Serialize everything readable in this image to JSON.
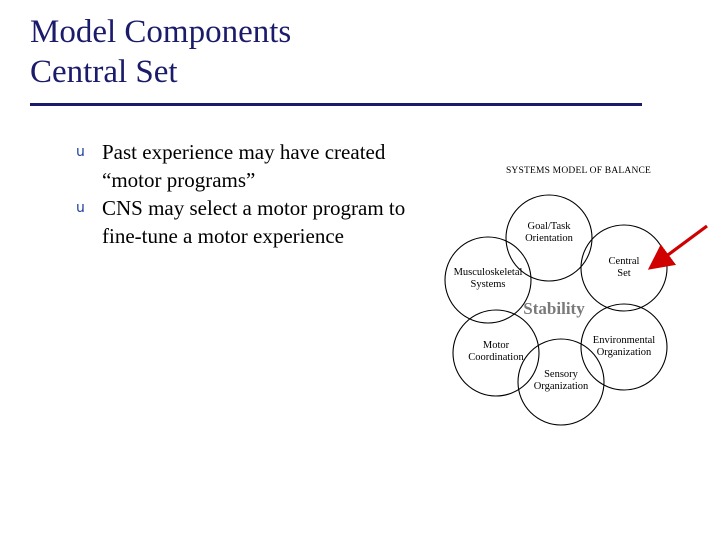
{
  "slide": {
    "title": "Model Components\nCentral Set",
    "bullets": [
      {
        "marker": "u",
        "text": "Past experience may have created “motor programs”"
      },
      {
        "marker": "u",
        "text": "CNS may select a motor program to fine-tune a motor experience"
      }
    ],
    "figure": {
      "caption": "SYSTEMS MODEL OF BALANCE",
      "center_label": "Stability",
      "nodes": [
        {
          "id": "goal-task-orientation",
          "label": "Goal/Task\nOrientation"
        },
        {
          "id": "central-set",
          "label": "Central\nSet"
        },
        {
          "id": "musculoskeletal-systems",
          "label": "Musculoskeletal\nSystems"
        },
        {
          "id": "environmental-organization",
          "label": "Environmental\nOrganization"
        },
        {
          "id": "motor-coordination",
          "label": "Motor\nCoordination"
        },
        {
          "id": "sensory-organization",
          "label": "Sensory\nOrganization"
        }
      ],
      "annotation_arrow": {
        "color": "#d00000",
        "points_to": "central-set"
      }
    },
    "colors": {
      "title": "#1b1b6b",
      "rule": "#1b1b6b",
      "bullet_marker": "#1b3fa0",
      "body_text": "#000000",
      "arrow": "#d00000",
      "background": "#ffffff"
    }
  }
}
